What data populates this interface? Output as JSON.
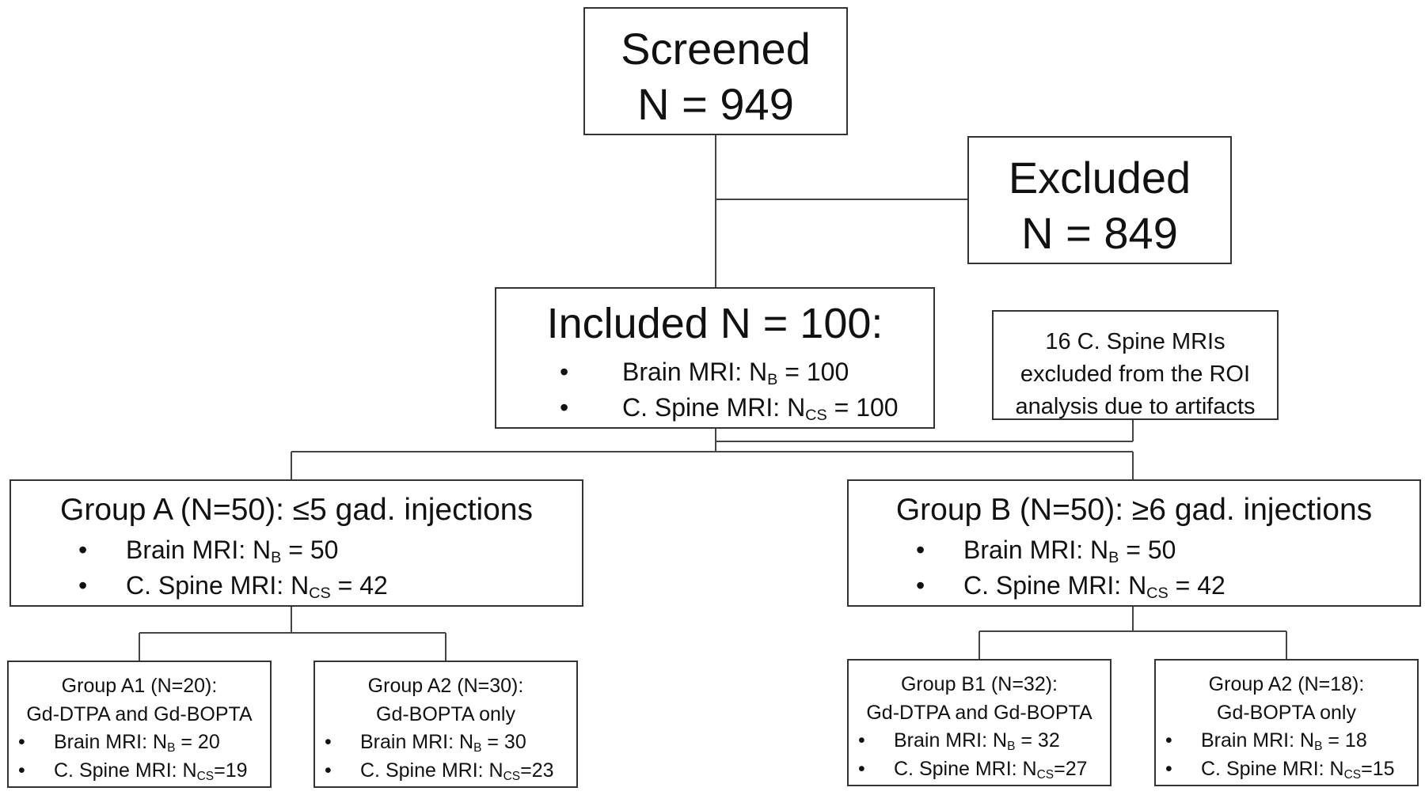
{
  "screened": {
    "label": "Screened",
    "count": "N = 949"
  },
  "excluded": {
    "label": "Excluded",
    "count": "N = 849"
  },
  "included": {
    "title": "Included N = 100:",
    "items": [
      {
        "pre": "Brain MRI: N",
        "sub": "B",
        "post": " = 100"
      },
      {
        "pre": "C. Spine MRI: N",
        "sub": "CS",
        "post": " = 100"
      }
    ]
  },
  "artifacts_note": {
    "lines": [
      "16 C. Spine MRIs",
      "excluded from the ROI",
      "analysis due to artifacts"
    ]
  },
  "group_a": {
    "title": "Group A (N=50): ≤5 gad. injections",
    "items": [
      {
        "pre": "Brain MRI: N",
        "sub": "B",
        "post": " = 50"
      },
      {
        "pre": "C. Spine MRI: N",
        "sub": "CS",
        "post": " = 42"
      }
    ]
  },
  "group_b": {
    "title": "Group B (N=50): ≥6 gad. injections",
    "items": [
      {
        "pre": "Brain MRI: N",
        "sub": "B",
        "post": " = 50"
      },
      {
        "pre": "C. Spine MRI: N",
        "sub": "CS",
        "post": " = 42"
      }
    ]
  },
  "group_a1": {
    "lines": [
      "Group A1 (N=20):",
      "Gd-DTPA and Gd-BOPTA"
    ],
    "items": [
      {
        "pre": "Brain MRI: N",
        "sub": "B",
        "post": " = 20"
      },
      {
        "pre": "C. Spine MRI: N",
        "sub": "CS",
        "post": "=19"
      }
    ]
  },
  "group_a2": {
    "lines": [
      "Group A2 (N=30):",
      "Gd-BOPTA only"
    ],
    "items": [
      {
        "pre": "Brain MRI: N",
        "sub": "B",
        "post": " = 30"
      },
      {
        "pre": "C. Spine MRI: N",
        "sub": "CS",
        "post": "=23"
      }
    ]
  },
  "group_b1": {
    "lines": [
      "Group B1 (N=32):",
      "Gd-DTPA and Gd-BOPTA"
    ],
    "items": [
      {
        "pre": "Brain MRI: N",
        "sub": "B",
        "post": " = 32"
      },
      {
        "pre": "C. Spine MRI: N",
        "sub": "CS",
        "post": "=27"
      }
    ]
  },
  "group_b2": {
    "lines": [
      "Group A2 (N=18):",
      "Gd-BOPTA only"
    ],
    "items": [
      {
        "pre": "Brain MRI: N",
        "sub": "B",
        "post": " = 18"
      },
      {
        "pre": "C. Spine MRI: N",
        "sub": "CS",
        "post": "=15"
      }
    ]
  },
  "bullet_symbol": "•",
  "colors": {
    "stroke": "#333333",
    "text": "#111111",
    "background": "#ffffff"
  }
}
